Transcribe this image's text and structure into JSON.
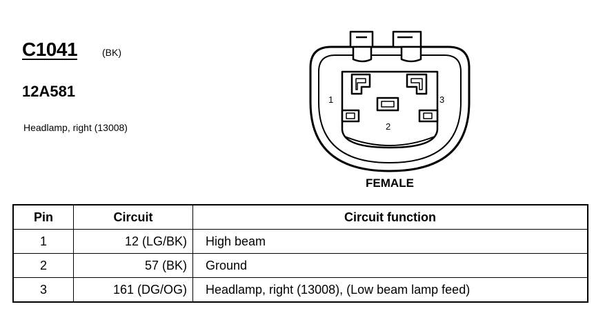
{
  "connector": {
    "id": "C1041",
    "color": "(BK)",
    "part_number": "12A581",
    "description": "Headlamp, right (13008)",
    "gender": "FEMALE",
    "pin_labels": [
      "1",
      "2",
      "3"
    ]
  },
  "table": {
    "headers": {
      "pin": "Pin",
      "circuit": "Circuit",
      "function": "Circuit function"
    },
    "rows": [
      {
        "pin": "1",
        "circuit": "12 (LG/BK)",
        "function": "High beam"
      },
      {
        "pin": "2",
        "circuit": "57 (BK)",
        "function": "Ground"
      },
      {
        "pin": "3",
        "circuit": "161 (DG/OG)",
        "function": "Headlamp, right (13008), (Low beam lamp feed)"
      }
    ]
  }
}
